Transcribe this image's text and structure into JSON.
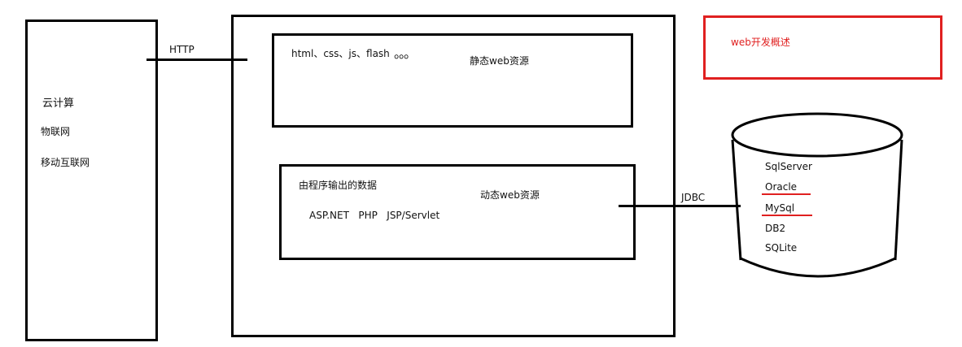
{
  "left_panel": {
    "items": [
      "云计算",
      "物联网",
      "移动互联网"
    ]
  },
  "connectors": {
    "http_label": "HTTP",
    "jdbc_label": "JDBC"
  },
  "static_box": {
    "tech_list": "html、css、js、flash",
    "ellipsis": "。。。",
    "label": "静态web资源"
  },
  "dynamic_box": {
    "heading": "由程序输出的数据",
    "tech_list": "ASP.NET   PHP   JSP/Servlet",
    "label": "动态web资源"
  },
  "database": {
    "items": [
      "SqlServer",
      "Oracle",
      "MySql",
      "DB2",
      "SQLite"
    ],
    "highlighted": [
      "Oracle",
      "MySql"
    ]
  },
  "note": {
    "text": "web开发概述",
    "color": "#e02020"
  }
}
